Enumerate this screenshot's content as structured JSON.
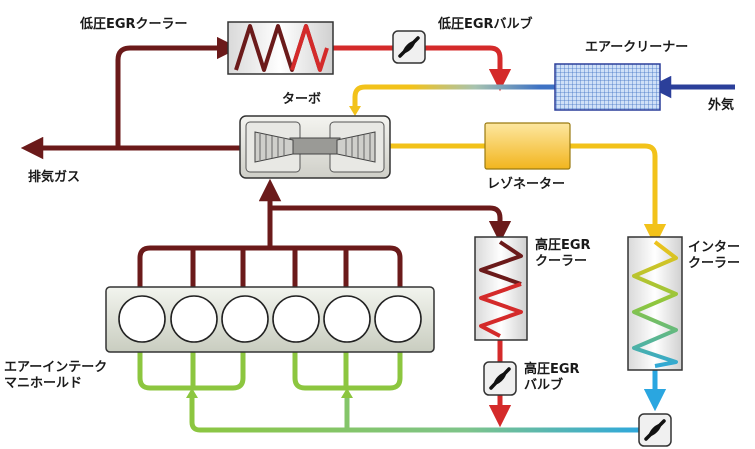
{
  "labels": {
    "low_egr_cooler": "低圧EGRクーラー",
    "low_egr_valve": "低圧EGRバルブ",
    "air_cleaner": "エアークリーナー",
    "turbo": "ターボ",
    "outside_air": "外気",
    "exhaust_gas": "排気ガス",
    "resonator": "レゾネーター",
    "high_egr_cooler": "高圧EGR\nクーラー",
    "intercooler": "インター\nクーラー",
    "intake_manifold": "エアーインテーク\nマニホールド",
    "high_egr_valve": "高圧EGR\nバルブ"
  },
  "colors": {
    "exhaust": "#6b1a1a",
    "egr_hot": "#d42a2a",
    "intake_warm": "#f2c21a",
    "intake_cool": "#2aa6e0",
    "intake_green": "#8cc63f",
    "fresh_air": "#2b3f9a"
  }
}
